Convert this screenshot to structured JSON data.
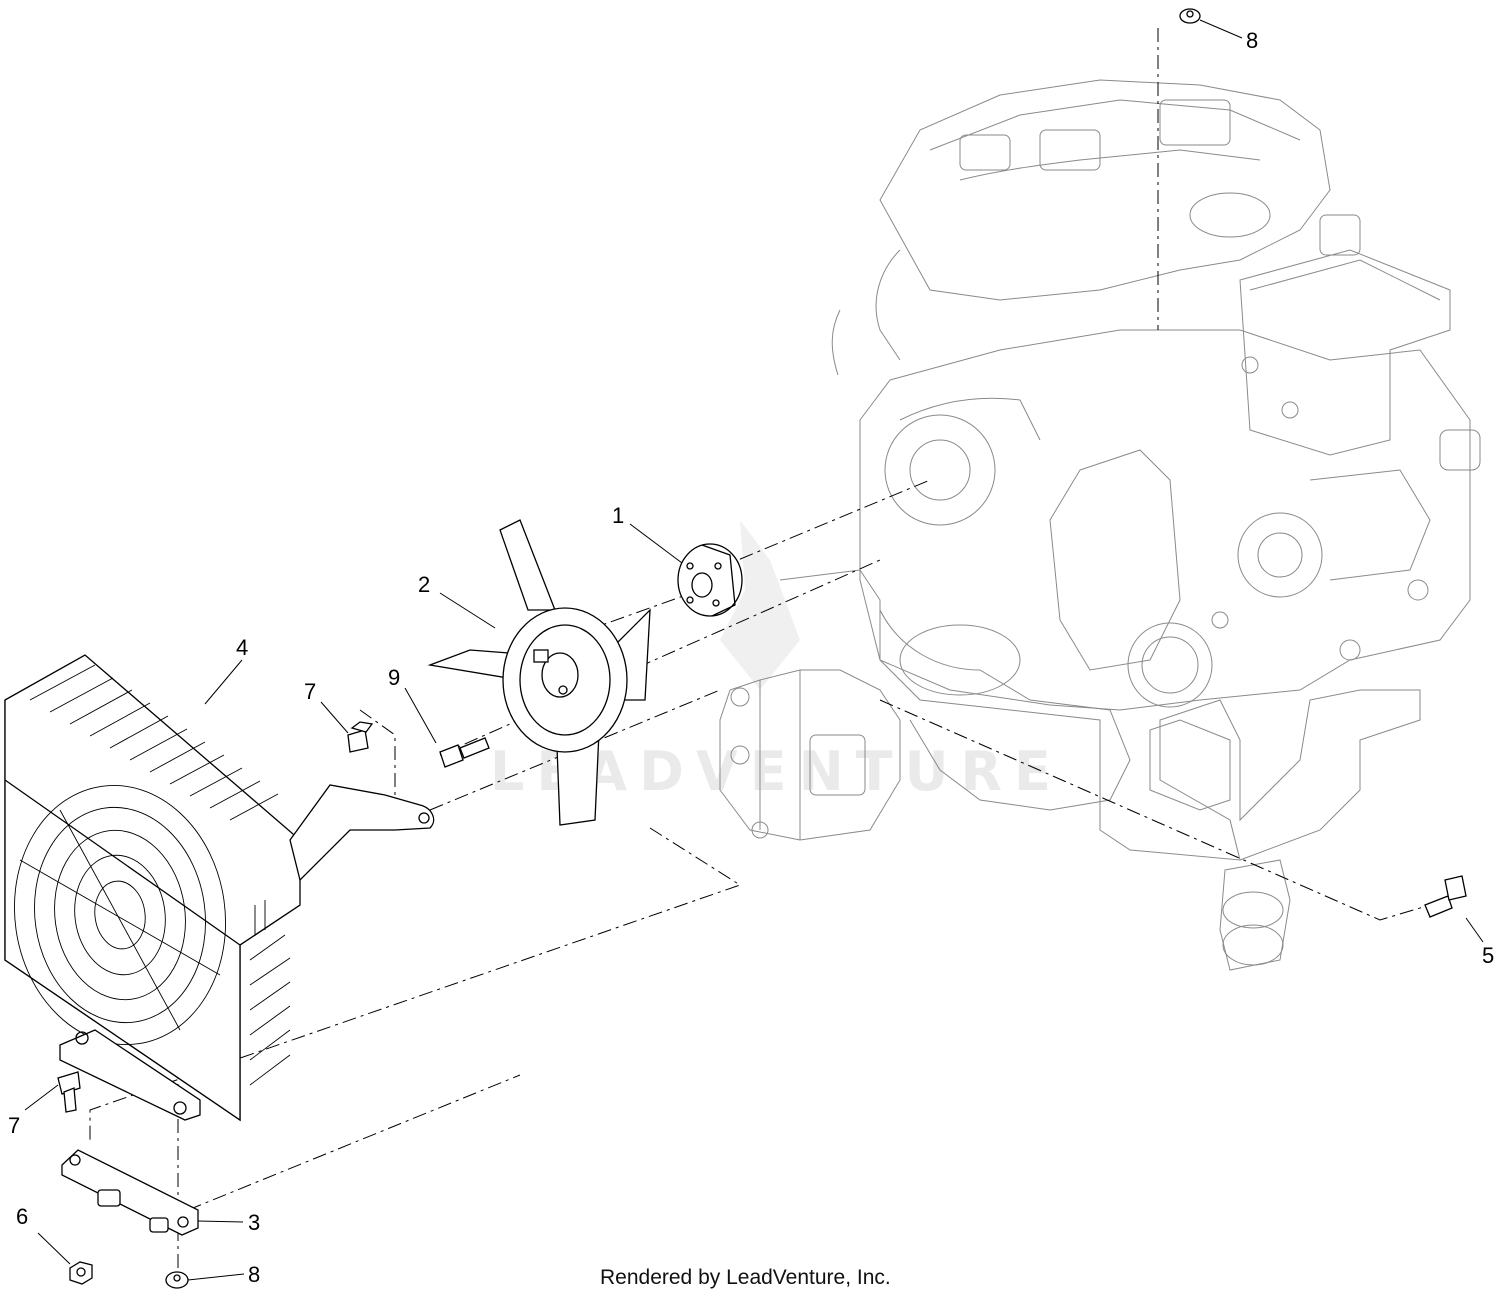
{
  "diagram": {
    "callouts": [
      {
        "id": "1",
        "label": "1"
      },
      {
        "id": "2",
        "label": "2"
      },
      {
        "id": "3",
        "label": "3"
      },
      {
        "id": "4",
        "label": "4"
      },
      {
        "id": "5",
        "label": "5"
      },
      {
        "id": "6",
        "label": "6"
      },
      {
        "id": "7a",
        "label": "7"
      },
      {
        "id": "7b",
        "label": "7"
      },
      {
        "id": "8a",
        "label": "8"
      },
      {
        "id": "8b",
        "label": "8"
      },
      {
        "id": "9",
        "label": "9"
      }
    ],
    "watermark": "LEADVENTURE",
    "footer": "Rendered by LeadVenture, Inc."
  }
}
